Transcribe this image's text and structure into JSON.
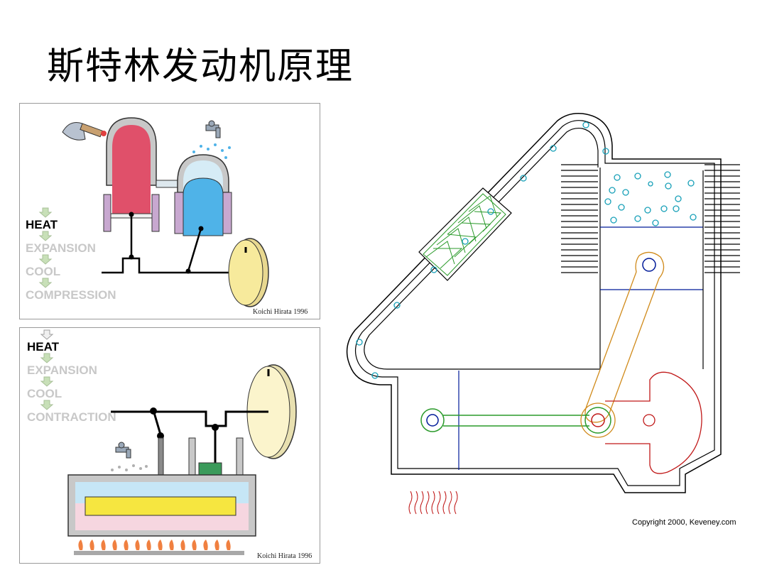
{
  "slide": {
    "title": "斯特林发动机原理"
  },
  "panel_a": {
    "steps": [
      {
        "label": "HEAT",
        "active": true
      },
      {
        "label": "EXPANSION",
        "active": false
      },
      {
        "label": "COOL",
        "active": false
      },
      {
        "label": "COMPRESSION",
        "active": false
      }
    ],
    "credit": "Koichi Hirata 1996"
  },
  "panel_b": {
    "steps": [
      {
        "label": "HEAT",
        "active": true
      },
      {
        "label": "EXPANSION",
        "active": false
      },
      {
        "label": "COOL",
        "active": false
      },
      {
        "label": "CONTRACTION",
        "active": false
      }
    ],
    "credit": "Koichi Hirata 1996"
  },
  "engine_diagram": {
    "copyright": "Copyright 2000, Keveney.com"
  },
  "colors": {
    "hot_cylinder": "#e0506a",
    "cold_cylinder": "#4fb3e8",
    "flywheel": "#f7ea9c",
    "inactive_text": "#c8c8c8",
    "regenerator": "#2a9a2a",
    "piston_rod": "#d08a1a",
    "crank_disc": "#c01818",
    "wall_blue": "#001a99",
    "bubbles": "#18a0b8"
  }
}
